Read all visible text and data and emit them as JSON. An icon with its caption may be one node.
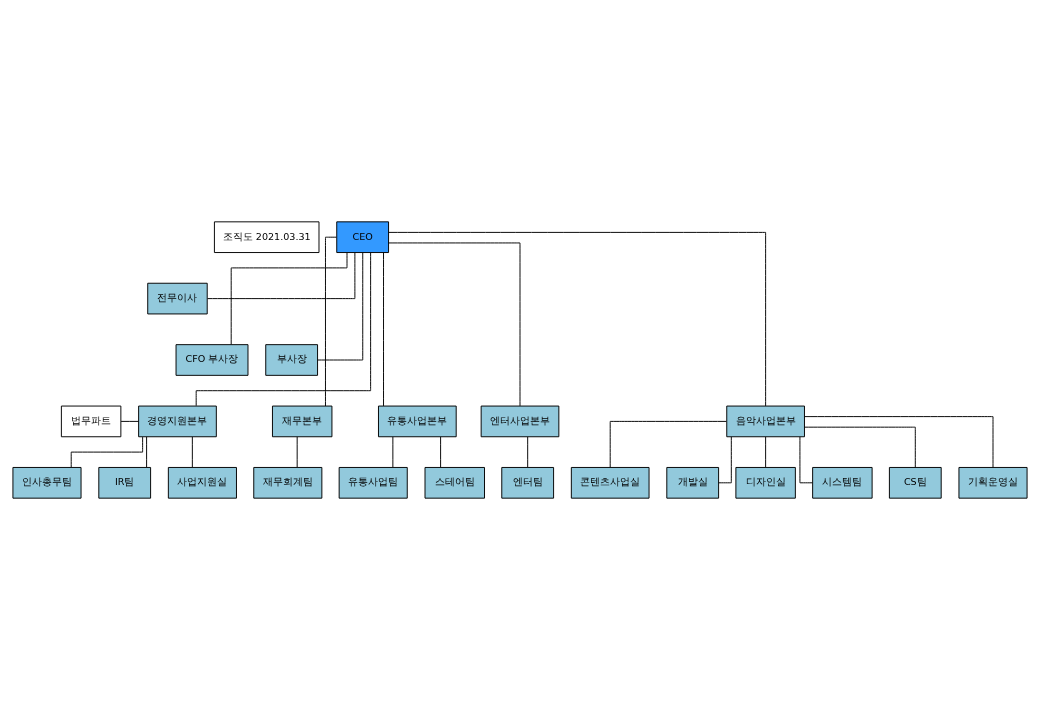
{
  "diagram": {
    "nodes": [
      {
        "text": [
          "조직도 2021.03.31"
        ]
      },
      {
        "text": [
          "CEO"
        ]
      },
      {
        "text": [
          "전무이사"
        ]
      },
      {
        "text": [
          "CFO 부사장"
        ]
      },
      {
        "text": [
          "부사장"
        ]
      },
      {
        "text": [
          "법무파트"
        ]
      },
      {
        "text": [
          "경영지원본부"
        ]
      },
      {
        "text": [
          "재무본부"
        ]
      },
      {
        "text": [
          "유통사업본부"
        ]
      },
      {
        "text": [
          "엔터사업본부"
        ]
      },
      {
        "text": [
          "음악사업본부"
        ]
      },
      {
        "text": [
          "사업지원실"
        ]
      },
      {
        "text": [
          "인사총무팀"
        ]
      },
      {
        "text": [
          "IR팀"
        ]
      },
      {
        "text": [
          "재무회계팀"
        ]
      },
      {
        "text": [
          "스테어팀"
        ]
      },
      {
        "text": [
          "유통사업팀"
        ]
      },
      {
        "text": [
          "엔터팀"
        ]
      },
      {
        "text": [
          "기획운영실"
        ]
      },
      {
        "text": [
          "콘텐츠사업실"
        ]
      },
      {
        "text": [
          "개발실"
        ]
      },
      {
        "text": [
          "디자인실"
        ]
      },
      {
        "text": [
          "시스템팀"
        ]
      },
      {
        "text": [
          "CS팀"
        ]
      }
    ],
    "edges": [
      {
        "from": 1,
        "to": 2,
        "arrow": "none"
      },
      {
        "from": 1,
        "to": 3,
        "arrow": "none"
      },
      {
        "from": 1,
        "to": 4,
        "arrow": "none"
      },
      {
        "from": 1,
        "to": 6,
        "arrow": "none"
      },
      {
        "from": 1,
        "to": 7,
        "arrow": "none"
      },
      {
        "from": 1,
        "to": 8,
        "arrow": "none"
      },
      {
        "from": 1,
        "to": 9,
        "arrow": "none"
      },
      {
        "from": 1,
        "to": 10,
        "arrow": "none"
      },
      {
        "from": 6,
        "to": 5,
        "arrow": "none"
      },
      {
        "from": 6,
        "to": 11,
        "arrow": "none"
      },
      {
        "from": 6,
        "to": 12,
        "arrow": "none"
      },
      {
        "from": 6,
        "to": 13,
        "arrow": "none"
      },
      {
        "from": 7,
        "to": 14,
        "arrow": "none"
      },
      {
        "from": 8,
        "to": 15,
        "arrow": "none"
      },
      {
        "from": 8,
        "to": 16,
        "arrow": "none"
      },
      {
        "from": 9,
        "to": 17,
        "arrow": "none"
      },
      {
        "from": 10,
        "to": 18,
        "arrow": "none"
      },
      {
        "from": 10,
        "to": 19,
        "arrow": "none"
      },
      {
        "from": 10,
        "to": 20,
        "arrow": "none"
      },
      {
        "from": 10,
        "to": 21,
        "arrow": "none"
      },
      {
        "from": 10,
        "to": 22,
        "arrow": "none"
      },
      {
        "from": 10,
        "to": 23,
        "arrow": "none"
      }
    ]
  }
}
